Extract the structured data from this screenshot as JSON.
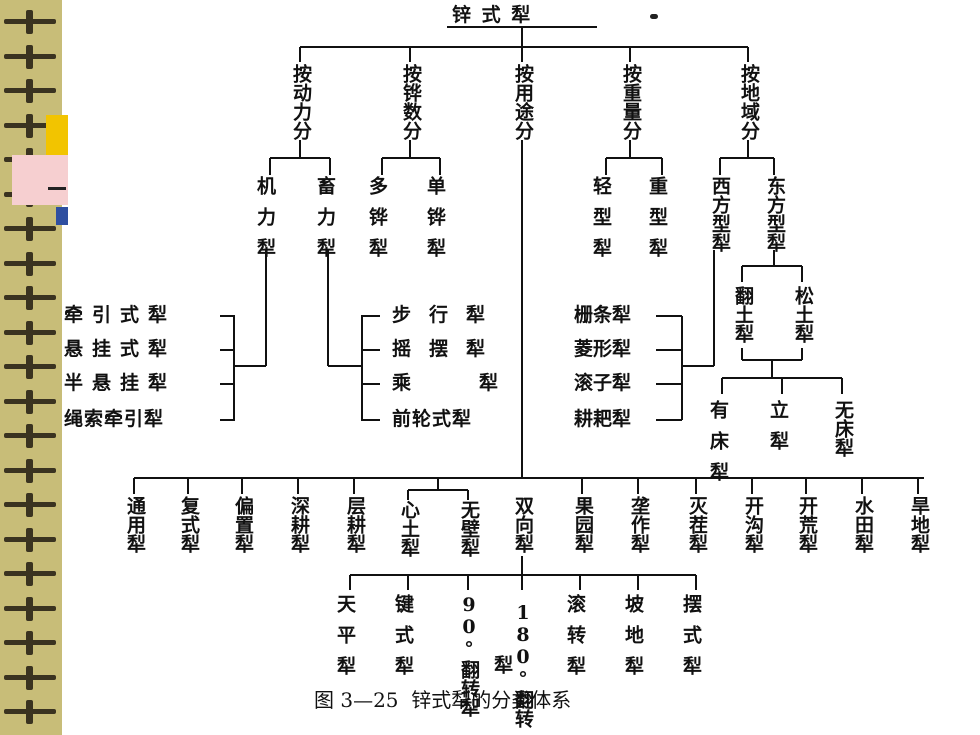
{
  "root": "锌 式 犁",
  "level1": [
    "按动力分",
    "按铧数分",
    "按用途分",
    "按重量分",
    "按地域分"
  ],
  "power": [
    "机力犁",
    "畜力犁"
  ],
  "share_count": [
    "多铧犁",
    "单铧犁"
  ],
  "weight": [
    "轻型犁",
    "重型犁"
  ],
  "region": [
    "西方型犁",
    "东方型犁"
  ],
  "east": [
    "翻土犁",
    "松土犁"
  ],
  "bed": [
    "有床犁",
    "立犁",
    "无床犁"
  ],
  "machine_types": [
    "牵引式犁",
    "悬挂式犁",
    "半悬挂犁",
    "绳索牵引犁"
  ],
  "animal_types": [
    "步行犁",
    "摇摆犁",
    "乘犁",
    "前轮式犁"
  ],
  "light_types": [
    "栅条犁",
    "菱形犁",
    "滚子犁",
    "耕耙犁"
  ],
  "use_types": [
    "通用犁",
    "复式犁",
    "偏置犁",
    "深耕犁",
    "层耕犁",
    "心土犁",
    "无壁犁",
    "双向犁",
    "果园犁",
    "垄作犁",
    "灭茬犁",
    "开沟犁",
    "开荒犁",
    "水田犁",
    "旱地犁"
  ],
  "bidirectional": [
    "天平犁",
    "键式犁",
    "90°翻转犁",
    "180°翻转犁",
    "滚转犁",
    "坡地犁",
    "摆式犁"
  ],
  "caption": "图 3—25  锌式犁的分类体系"
}
